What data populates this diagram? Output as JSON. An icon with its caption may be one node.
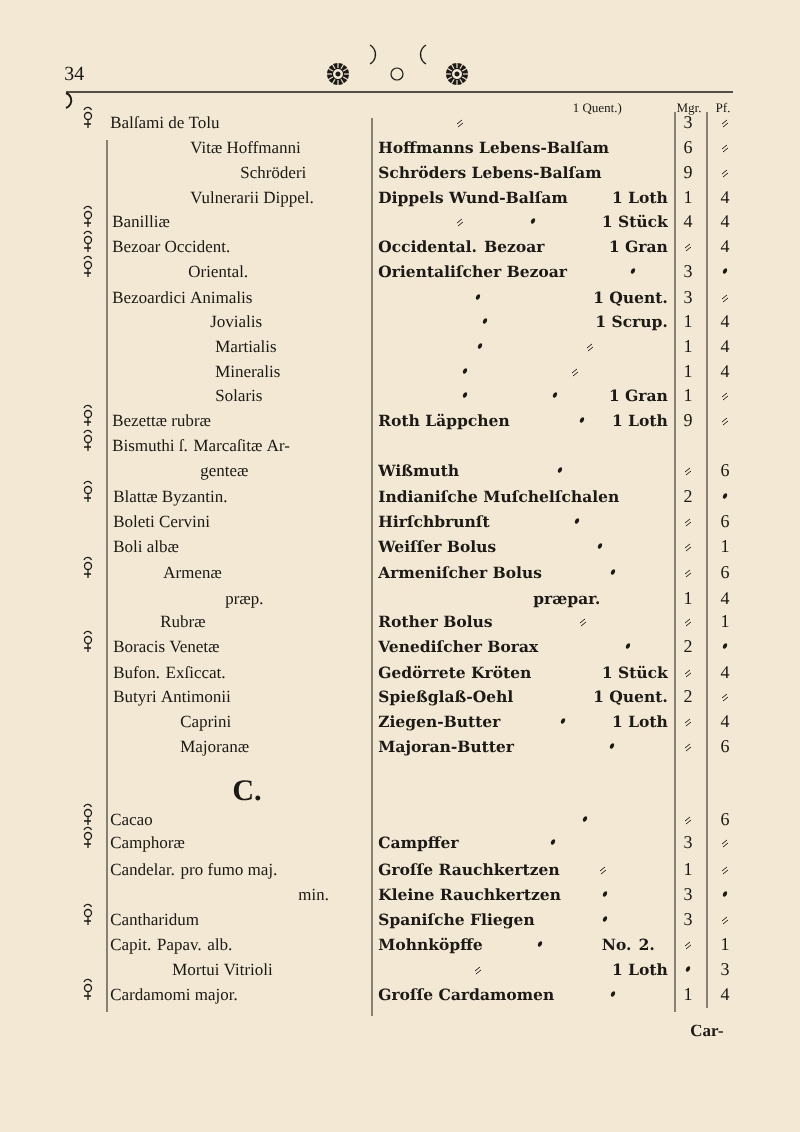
{
  "diagram": {
    "labels": [
      "34",
      "1 Quent.)",
      "Mgr.",
      "Pf.",
      "Balſami de Tolu",
      "3",
      "Vitæ Hoffmanni",
      "Hoffmanns Lebens-Balſam",
      "6",
      "Schröderi",
      "Schröders Lebens-Balſam",
      "9",
      "Vulnerarii Dippel.",
      "Dippels Wund-Balſam",
      "1 Loth",
      "1",
      "4",
      "Banilliæ",
      "1 Stück",
      "4",
      "4",
      "Bezoar Occident.",
      "Occidental. Bezoar",
      "1 Gran",
      "4",
      "Oriental.",
      "Orientaliſcher Bezoar",
      "3",
      "Bezoardici Animalis",
      "1 Quent.",
      "3",
      "Jovialis",
      "1 Scrup.",
      "1",
      "4",
      "Martialis",
      "1",
      "4",
      "Mineralis",
      "1",
      "4",
      "Solaris",
      "1 Gran",
      "1",
      "Bezettæ rubræ",
      "Roth Läppchen",
      "1 Loth",
      "9",
      "Bismuthi ſ. Marcaſitæ Ar-",
      "genteæ",
      "Wißmuth",
      "6",
      "Blattæ Byzantin.",
      "Indianiſche Muſchelſchalen",
      "2",
      "Boleti Cervini",
      "Hirſchbrunſt",
      "6",
      "Boli albæ",
      "Weiſſer Bolus",
      "1",
      "Armenæ",
      "Armeniſcher Bolus",
      "6",
      "præp.",
      "præpar.",
      "1",
      "4",
      "Rubræ",
      "Rother Bolus",
      "1",
      "Boracis Venetæ",
      "Venediſcher Borax",
      "2",
      "Bufon. Exſiccat.",
      "Gedörrete Kröten",
      "1 Stück",
      "4",
      "Butyri Antimonii",
      "Spießglaß-Oehl",
      "1 Quent.",
      "2",
      "Caprini",
      "Ziegen-Butter",
      "1 Loth",
      "4",
      "Majoranæ",
      "Majoran-Butter",
      "6",
      "C.",
      "Cacao",
      "6",
      "Camphoræ",
      "Campffer",
      "3",
      "Candelar. pro fumo maj.",
      "Groſſe Rauchkertzen",
      "1",
      "min.",
      "Kleine Rauchkertzen",
      "3",
      "Cantharidum",
      "Spaniſche Fliegen",
      "3",
      "Capit. Papav. alb.",
      "Mohnköpffe",
      "No. 2.",
      "1",
      "Mortui Vitrioli",
      "1 Loth",
      "3",
      "Cardamomi major.",
      "Groſſe Cardamomen",
      "1",
      "4",
      "Car-"
    ]
  }
}
